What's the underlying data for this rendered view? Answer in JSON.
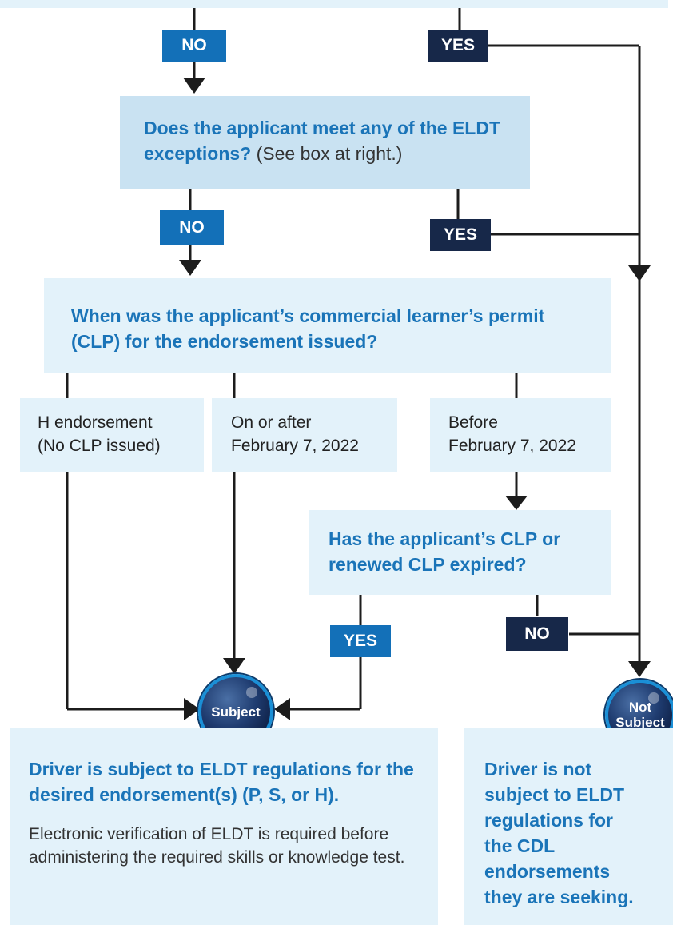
{
  "questions": {
    "q2": {
      "text": "Does the applicant meet any of the ELDT exceptions?",
      "aside": "(See box at right.)"
    },
    "q3": {
      "text": "When was the applicant’s commercial learner’s permit (CLP) for the endorsement issued?"
    },
    "q4": {
      "text": "Has the applicant’s CLP or renewed CLP expired?"
    }
  },
  "options": {
    "h_endorsement": {
      "line1": "H endorsement",
      "line2": "(No CLP issued)"
    },
    "on_or_after": {
      "line1": "On or after",
      "line2": "February 7, 2022"
    },
    "before": {
      "line1": "Before",
      "line2": "February 7, 2022"
    }
  },
  "labels": {
    "no": "NO",
    "yes": "YES"
  },
  "badges": {
    "subject": "Subject",
    "not_subject_line1": "Not",
    "not_subject_line2": "Subject"
  },
  "outcomes": {
    "subject": {
      "title": "Driver is subject to ELDT regulations for the desired endorsement(s) (P, S, or H).",
      "body": "Electronic verification of ELDT is required before administering the required skills or knowledge test."
    },
    "not_subject": {
      "title": "Driver is not subject to ELDT regulations for the CDL endorsements they are seeking."
    }
  },
  "colors": {
    "accent_blue": "#1370b8",
    "navy": "#172849",
    "box_light": "#e3f2fa",
    "box_mid": "#c9e2f2",
    "line": "#1c1c1c"
  }
}
